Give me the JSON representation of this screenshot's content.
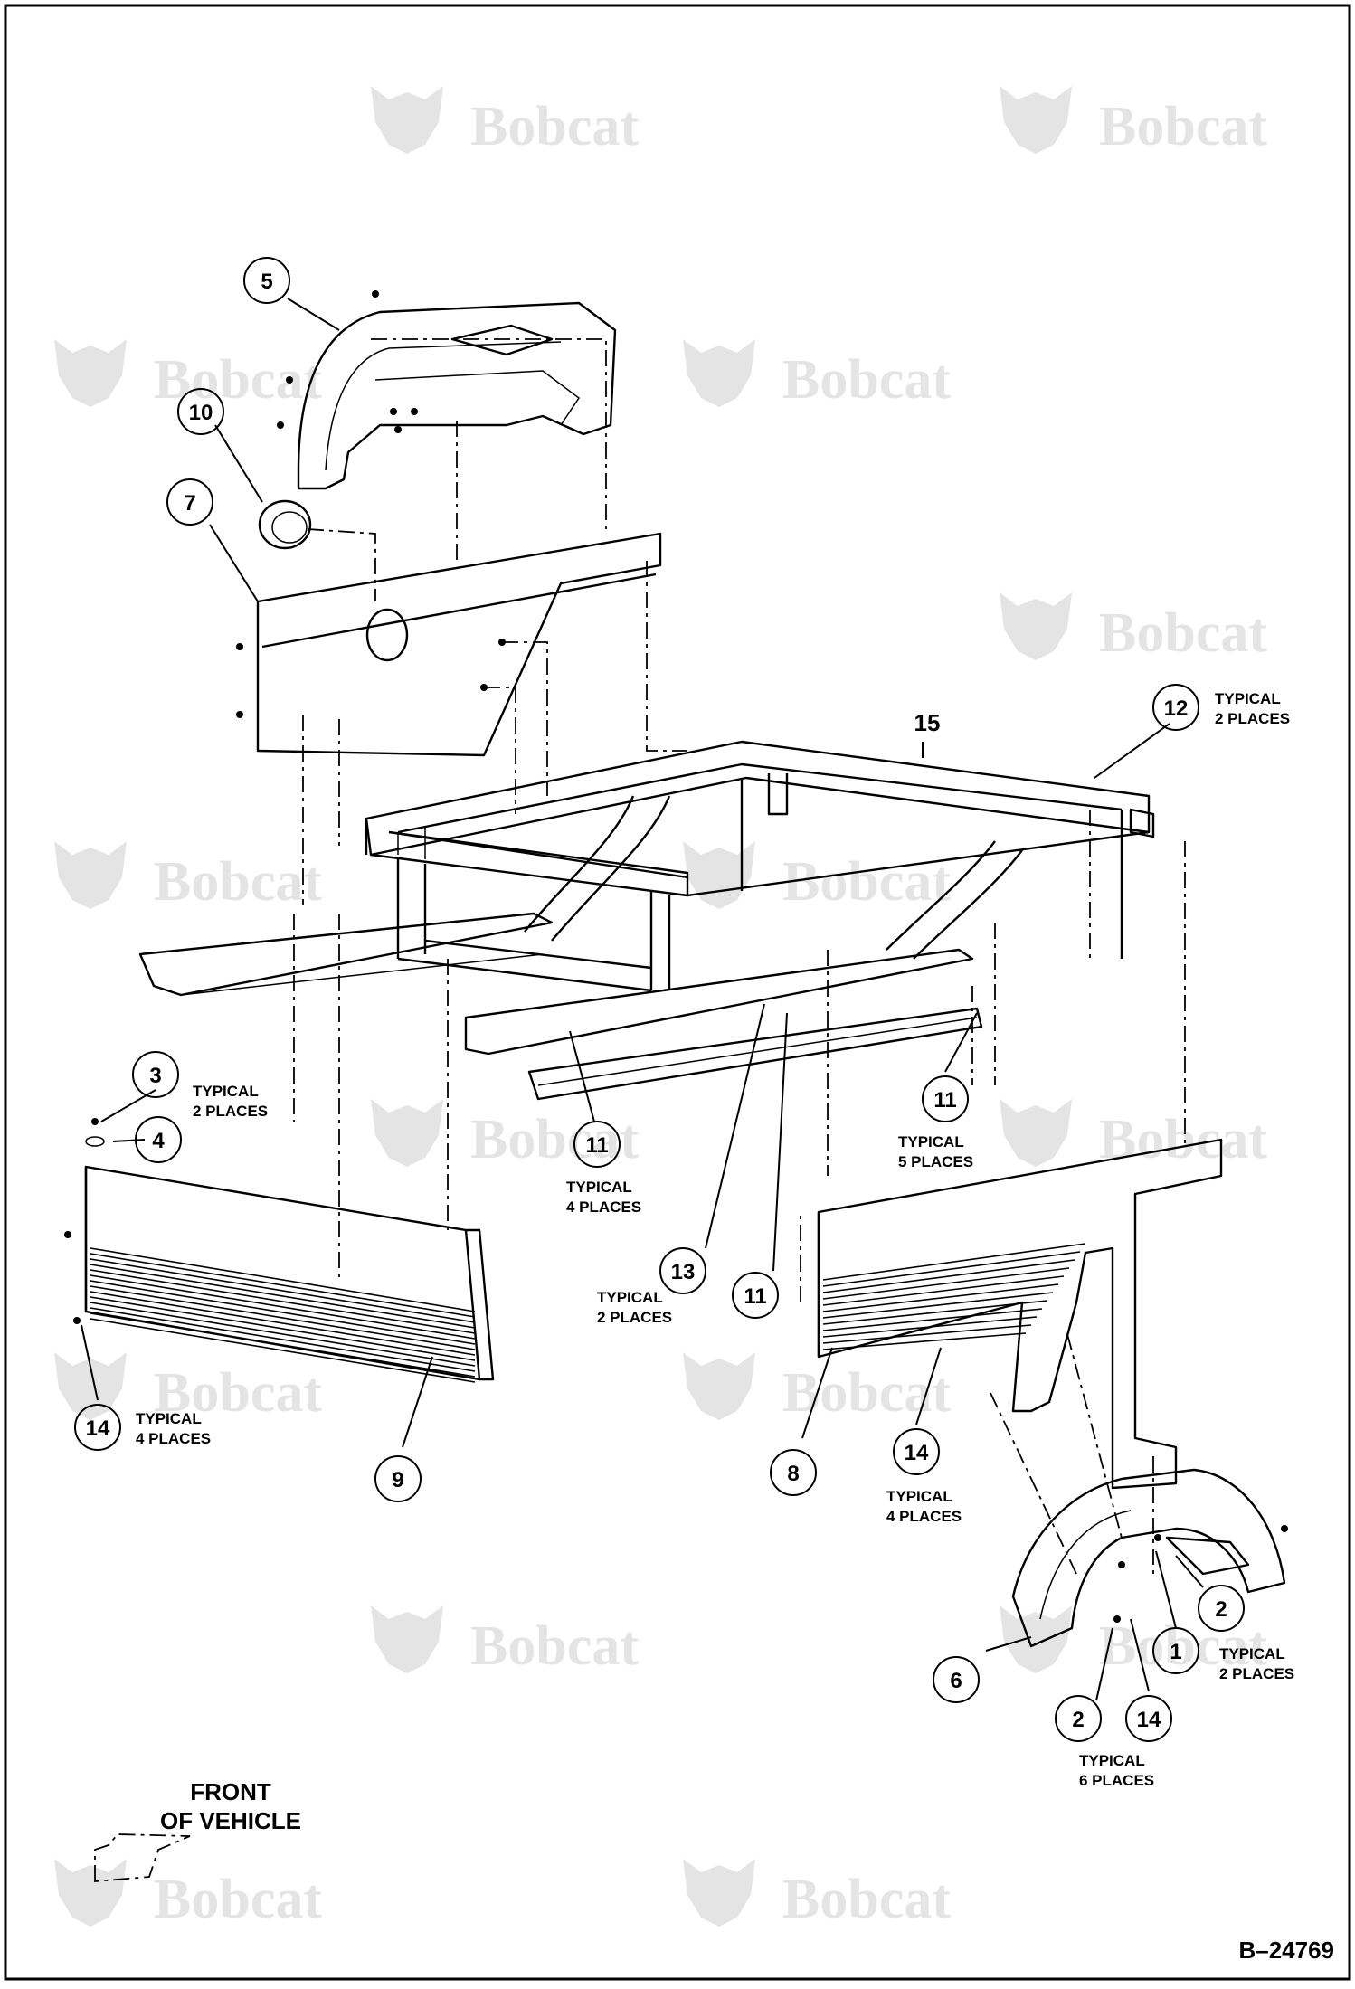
{
  "watermark": {
    "text": "Bobcat",
    "color": "#e4e4e4",
    "icon": "bobcat-head-icon"
  },
  "callouts": [
    {
      "id": "c5",
      "label": "5"
    },
    {
      "id": "c10",
      "label": "10"
    },
    {
      "id": "c7",
      "label": "7"
    },
    {
      "id": "c12",
      "label": "12"
    },
    {
      "id": "c3",
      "label": "3"
    },
    {
      "id": "c4",
      "label": "4"
    },
    {
      "id": "c11a",
      "label": "11"
    },
    {
      "id": "c11b",
      "label": "11"
    },
    {
      "id": "c13",
      "label": "13"
    },
    {
      "id": "c11c",
      "label": "11"
    },
    {
      "id": "c14a",
      "label": "14"
    },
    {
      "id": "c9",
      "label": "9"
    },
    {
      "id": "c8",
      "label": "8"
    },
    {
      "id": "c14b",
      "label": "14"
    },
    {
      "id": "c2a",
      "label": "2"
    },
    {
      "id": "c1",
      "label": "1"
    },
    {
      "id": "c6",
      "label": "6"
    },
    {
      "id": "c2b",
      "label": "2"
    },
    {
      "id": "c14c",
      "label": "14"
    }
  ],
  "part_15": "15",
  "notes": [
    {
      "id": "n12",
      "line1": "TYPICAL",
      "line2": "2 PLACES"
    },
    {
      "id": "n3",
      "line1": "TYPICAL",
      "line2": "2 PLACES"
    },
    {
      "id": "n11b",
      "line1": "TYPICAL",
      "line2": "5 PLACES"
    },
    {
      "id": "n11a",
      "line1": "TYPICAL",
      "line2": "4 PLACES"
    },
    {
      "id": "n13",
      "line1": "TYPICAL",
      "line2": "2 PLACES"
    },
    {
      "id": "n14a",
      "line1": "TYPICAL",
      "line2": "4 PLACES"
    },
    {
      "id": "n14b",
      "line1": "TYPICAL",
      "line2": "4 PLACES"
    },
    {
      "id": "n1",
      "line1": "TYPICAL",
      "line2": "2 PLACES"
    },
    {
      "id": "n14c",
      "line1": "TYPICAL",
      "line2": "6 PLACES"
    }
  ],
  "front_label": {
    "line1": "FRONT",
    "line2": "OF VEHICLE"
  },
  "drawing_number": "B–24769"
}
